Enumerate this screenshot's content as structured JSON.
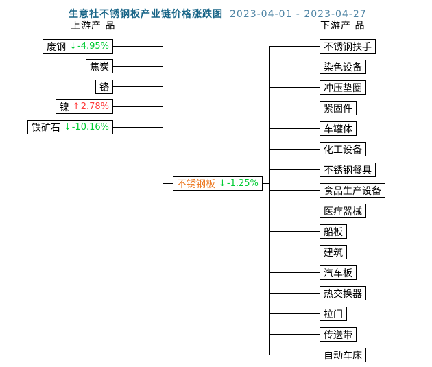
{
  "title": {
    "text": "生意社不锈钢板产业链价格涨跌图",
    "date_range": "2023-04-01 - 2023-04-27"
  },
  "headers": {
    "upstream": "上游产 品",
    "downstream": "下游产 品"
  },
  "icons": {
    "up_arrow": "↑",
    "down_arrow": "↓"
  },
  "colors": {
    "title": "#1a6688",
    "date": "#4e84a4",
    "up": "#ff3b3b",
    "down": "#00cc33",
    "center_label": "#ed7a24",
    "box_border": "#000000",
    "line": "#000000"
  },
  "center": {
    "label": "不锈钢板",
    "direction": "down",
    "change": "-1.25%"
  },
  "upstream": {
    "items": [
      {
        "label": "废钢",
        "direction": "down",
        "change": "-4.95%"
      },
      {
        "label": "焦炭",
        "direction": "",
        "change": ""
      },
      {
        "label": "铬",
        "direction": "",
        "change": ""
      },
      {
        "label": "镍",
        "direction": "up",
        "change": "2.78%"
      },
      {
        "label": "铁矿石",
        "direction": "down",
        "change": "-10.16%"
      }
    ]
  },
  "downstream": {
    "items": [
      {
        "label": "不锈钢扶手"
      },
      {
        "label": "染色设备"
      },
      {
        "label": "冲压垫圈"
      },
      {
        "label": "紧固件"
      },
      {
        "label": "车罐体"
      },
      {
        "label": "化工设备"
      },
      {
        "label": "不锈钢餐具"
      },
      {
        "label": "食品生产设备"
      },
      {
        "label": "医疗器械"
      },
      {
        "label": "船板"
      },
      {
        "label": "建筑"
      },
      {
        "label": "汽车板"
      },
      {
        "label": "热交换器"
      },
      {
        "label": "拉门"
      },
      {
        "label": "传送带"
      },
      {
        "label": "自动车床"
      }
    ]
  }
}
